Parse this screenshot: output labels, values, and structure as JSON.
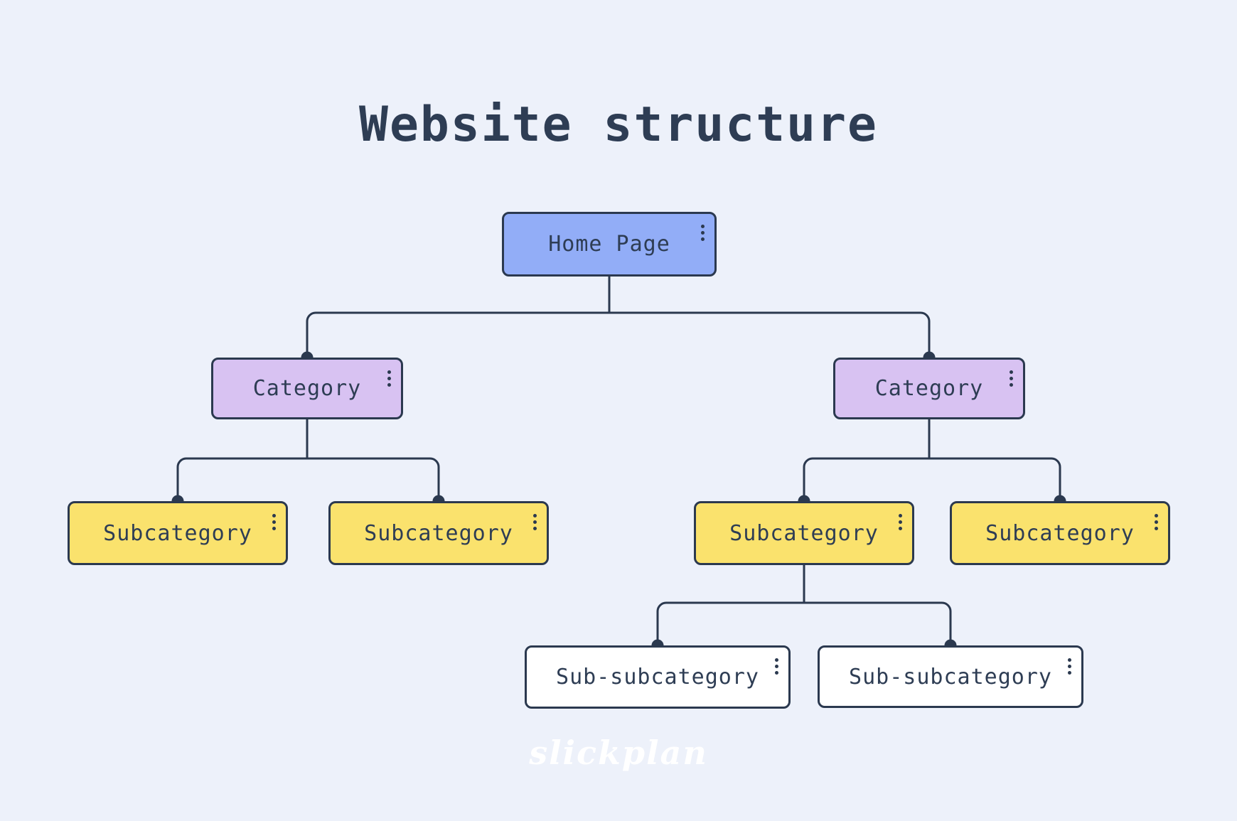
{
  "title": "Website structure",
  "watermark": "slickplan",
  "colors": {
    "background": "#edf1fa",
    "outline": "#2b394f",
    "text": "#2e3d54",
    "home": "#92adf7",
    "category": "#d8c2f2",
    "subcategory": "#fae26d",
    "subsubcategory": "#ffffff"
  },
  "nodes": {
    "home": {
      "label": "Home Page"
    },
    "category_left": {
      "label": "Category"
    },
    "category_right": {
      "label": "Category"
    },
    "subcategory_1": {
      "label": "Subcategory"
    },
    "subcategory_2": {
      "label": "Subcategory"
    },
    "subcategory_3": {
      "label": "Subcategory"
    },
    "subcategory_4": {
      "label": "Subcategory"
    },
    "subsubcategory_1": {
      "label": "Sub-subcategory"
    },
    "subsubcategory_2": {
      "label": "Sub-subcategory"
    }
  }
}
